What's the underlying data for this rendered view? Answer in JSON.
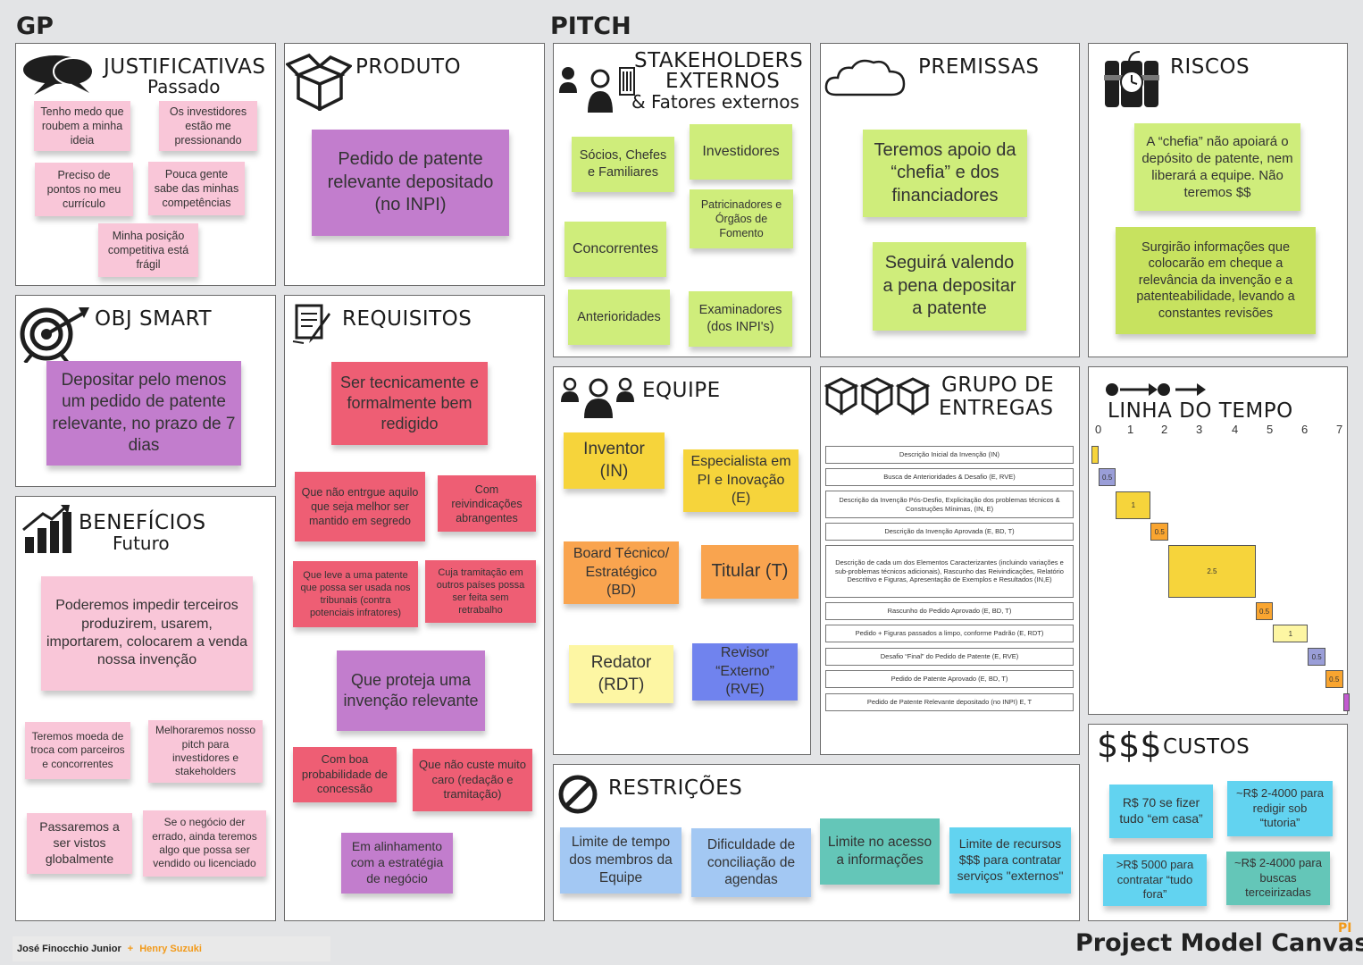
{
  "headers": {
    "gp": "GP",
    "pitch": "PITCH"
  },
  "justificativas": {
    "title": "JUSTIFICATIVAS",
    "subtitle": "Passado",
    "notes": [
      "Tenho medo que roubem a minha ideia",
      "Os investidores estão me pressionando",
      "Preciso de pontos no meu currículo",
      "Pouca gente sabe das minhas competências",
      "Minha posição competitiva está frágil"
    ]
  },
  "obj_smart": {
    "title": "OBJ SMART",
    "notes": [
      "Depositar pelo menos um pedido de patente relevante, no prazo de 7 dias"
    ]
  },
  "beneficios": {
    "title": "BENEFÍCIOS",
    "subtitle": "Futuro",
    "notes": [
      "Poderemos impedir terceiros produzirem, usarem, importarem, colocarem a venda nossa invenção",
      "Teremos moeda de troca com parceiros e concorrentes",
      "Melhoraremos nosso pitch para investidores e stakeholders",
      "Passaremos a ser vistos globalmente",
      "Se o negócio der errado, ainda teremos algo que possa ser vendido ou licenciado"
    ]
  },
  "produto": {
    "title": "PRODUTO",
    "notes": [
      "Pedido de patente relevante depositado (no INPI)"
    ]
  },
  "requisitos": {
    "title": "REQUISITOS",
    "notes": [
      "Ser tecnicamente e formalmente bem redigido",
      "Que não entrgue aquilo que seja melhor ser mantido em segredo",
      "Com reivindicações abrangentes",
      "Que leve a uma patente que possa ser usada nos tribunais (contra potenciais infratores)",
      "Cuja tramitação em outros países possa ser feita sem retrabalho",
      "Que proteja uma invenção relevante",
      "Com boa probabilidade de concessão",
      "Que não custe muito caro (redação e tramitação)",
      "Em alinhamento com a estratégia de negócio"
    ]
  },
  "stakeholders": {
    "title_line1": "STAKEHOLDERS",
    "title_line2": "EXTERNOS",
    "subtitle": "& Fatores externos",
    "notes": [
      "Sócios, Chefes e Familiares",
      "Investidores",
      "Patricinadores e Órgãos de Fomento",
      "Concorrentes",
      "Anterioridades",
      "Examinadores (dos INPI's)"
    ]
  },
  "premissas": {
    "title": "PREMISSAS",
    "notes": [
      "Teremos apoio da “chefia” e dos financiadores",
      "Seguirá valendo a pena depositar a patente"
    ]
  },
  "riscos": {
    "title": "RISCOS",
    "notes": [
      "A “chefia” não apoiará o depósito de patente, nem liberará a equipe. Não teremos $$",
      "Surgirão informações que colocarão em cheque a relevância da invenção e a patenteabilidade, levando a constantes revisões"
    ]
  },
  "equipe": {
    "title": "EQUIPE",
    "notes": [
      "Inventor (IN)",
      "Especialista em PI e Inovação (E)",
      "Board Técnico/ Estratégico (BD)",
      "Titular (T)",
      "Redator (RDT)",
      "Revisor “Externo” (RVE)"
    ]
  },
  "grupo_entregas": {
    "title_line1": "GRUPO DE",
    "title_line2": "ENTREGAS",
    "items": [
      {
        "label": "Descrição Inicial da Invenção (IN)",
        "color": "#f6d43b"
      },
      {
        "label": "Busca de Anterioridades & Desafio (E, RVE)",
        "color": "#9a9ed8"
      },
      {
        "label": "Descrição da Invenção Pós-Desfio, Explicitação dos problemas técnicos & Construções Mínimas, (IN, E)",
        "color": "#f6d43b"
      },
      {
        "label": "Descrição da Invenção Aprovada (E, BD, T)",
        "color": "#f9a530"
      },
      {
        "label": "Descrição de cada um dos Elementos Caracterizantes (incluindo variações e sub-problemas técnicos adicionais), Rascunho das Reivindicações, Relatório Descritivo e Figuras, Apresentação de Exemplos e Resultados (IN,E)",
        "color": "#f6d43b"
      },
      {
        "label": "Rascunho do Pedido Aprovado (E, BD, T)",
        "color": "#f9a530"
      },
      {
        "label": "Pedido + Figuras passados a limpo, conforme Padrão (E, RDT)",
        "color": "#fdf6a3"
      },
      {
        "label": "Desafio “Final” do Pedido de Patente (E, RVE)",
        "color": "#9a9ed8"
      },
      {
        "label": "Pedido de Patente Aprovado (E, BD, T)",
        "color": "#f9a530"
      },
      {
        "label": "Pedido de Patente Relevante depositado (no INPI) E, T",
        "color": "#c25ad0"
      }
    ]
  },
  "linha_do_tempo": {
    "title": "LINHA DO TEMPO",
    "ticks": [
      "0",
      "1",
      "2",
      "3",
      "4",
      "5",
      "6",
      "7"
    ]
  },
  "chart_data": {
    "type": "gantt",
    "x_range": [
      0,
      7
    ],
    "tasks": [
      {
        "start": 0,
        "duration": 0.2,
        "label": "",
        "color": "#f6d43b"
      },
      {
        "start": 0.2,
        "duration": 0.5,
        "label": "0.5",
        "color": "#9a9ed8"
      },
      {
        "start": 0.7,
        "duration": 1,
        "label": "1",
        "color": "#f6d43b"
      },
      {
        "start": 1.7,
        "duration": 0.5,
        "label": "0.5",
        "color": "#f9a530"
      },
      {
        "start": 2.2,
        "duration": 2.5,
        "label": "2.5",
        "color": "#f6d43b"
      },
      {
        "start": 4.7,
        "duration": 0.5,
        "label": "0.5",
        "color": "#f9a530"
      },
      {
        "start": 5.2,
        "duration": 1,
        "label": "1",
        "color": "#fdf6a3"
      },
      {
        "start": 6.2,
        "duration": 0.5,
        "label": "0.5",
        "color": "#9a9ed8"
      },
      {
        "start": 6.7,
        "duration": 0.5,
        "label": "0.5",
        "color": "#f9a530"
      },
      {
        "start": 7.2,
        "duration": 0.2,
        "label": "",
        "color": "#c25ad0"
      }
    ]
  },
  "restricoes": {
    "title": "RESTRIÇÕES",
    "notes": [
      "Limite de tempo dos membros da Equipe",
      "Dificuldade de conciliação de agendas",
      "Limite no acesso a informações",
      "Limite de recursos $$$ para contratar serviços \"externos\""
    ]
  },
  "custos": {
    "title": "CUSTOS",
    "icon_text": "$$$",
    "notes": [
      "R$ 70 se fizer tudo “em casa”",
      "~R$ 2-4000 para redigir sob “tutoria”",
      ">R$  5000 para contratar “tudo fora”",
      "~R$ 2-4000 para buscas terceirizadas"
    ]
  },
  "footer": {
    "author1": "José Finocchio Junior",
    "separator": "+",
    "author2": "Henry Suzuki",
    "brand": "Project Model Canvas",
    "brand_sup": "PI"
  }
}
